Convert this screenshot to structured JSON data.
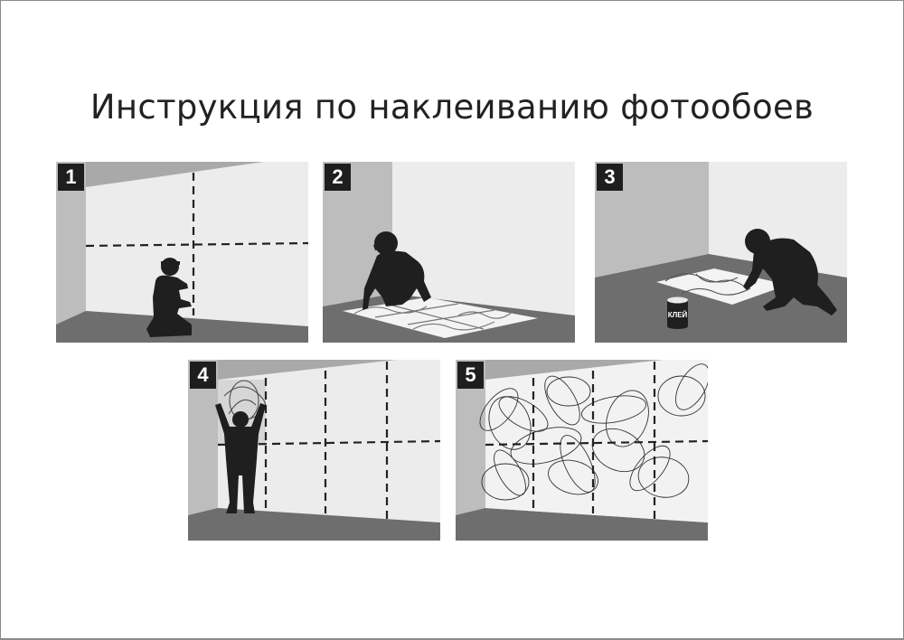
{
  "title": "Инструкция по наклеиванию фотообоев",
  "colors": {
    "floor": "#6e6e6e",
    "side_wall": "#bdbdbd",
    "main_wall": "#ececec",
    "ceiling": "#a9a9a9",
    "silhouette": "#1f1f1f",
    "badge_bg": "#1e1e1e",
    "badge_text": "#ffffff"
  },
  "steps": [
    {
      "number": "1",
      "illustration": "kneeling worker marking a dashed grid on the wall"
    },
    {
      "number": "2",
      "illustration": "worker laying out wallpaper panels on the floor"
    },
    {
      "number": "3",
      "illustration": "worker applying glue to a wallpaper panel on the floor",
      "glue_can_label": "КЛЕЙ"
    },
    {
      "number": "4",
      "illustration": "worker hanging the first panel in the top-left corner along the dashed grid"
    },
    {
      "number": "5",
      "illustration": "finished wall fully covered with patterned photo wallpaper"
    }
  ]
}
